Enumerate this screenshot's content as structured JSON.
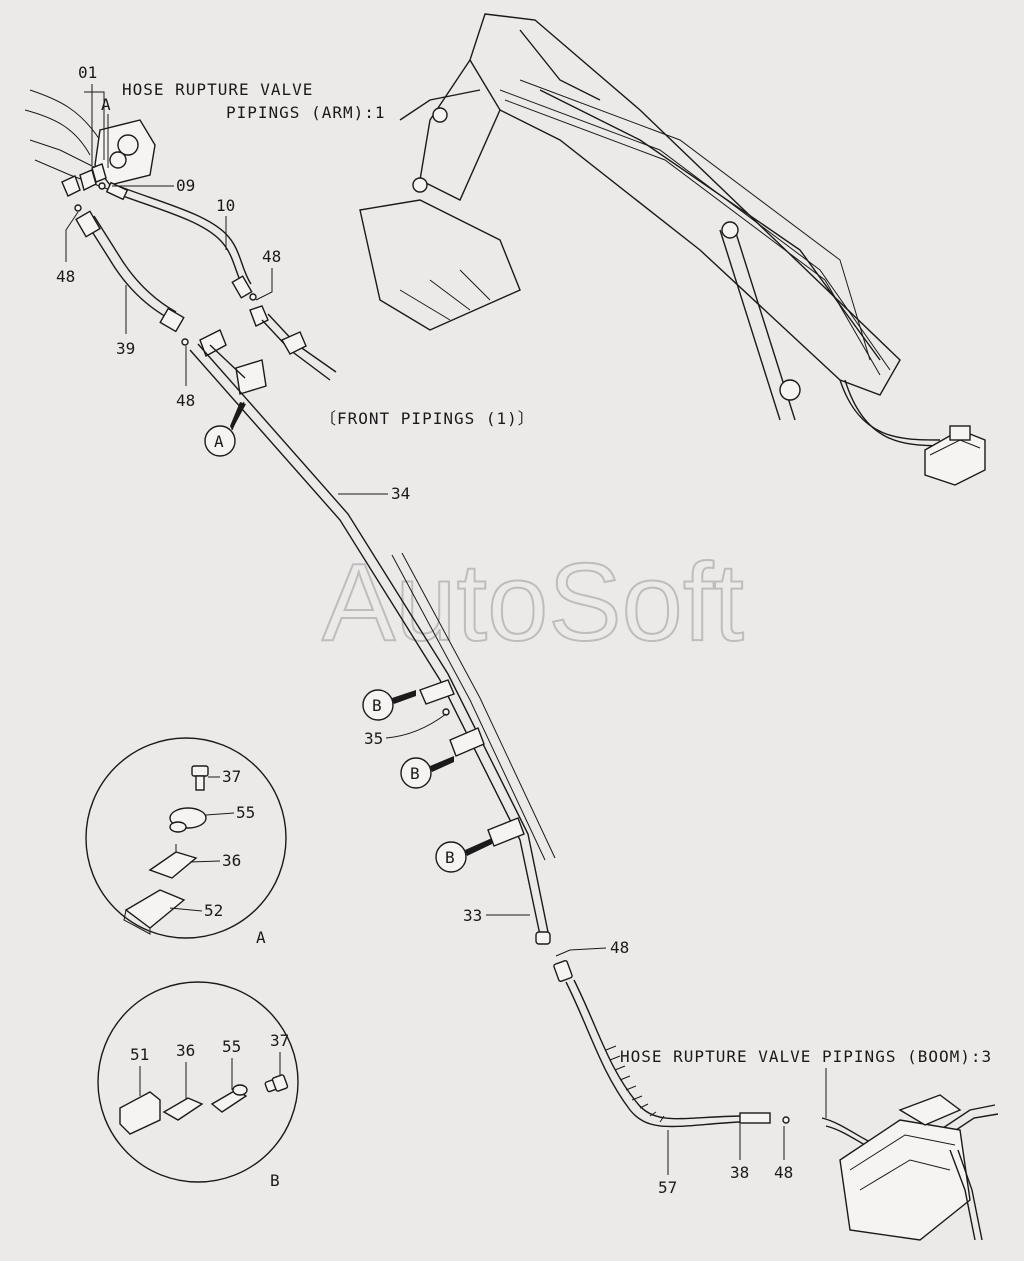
{
  "titles": {
    "arm": [
      "HOSE RUPTURE VALVE",
      "PIPINGS (ARM):1"
    ],
    "front": "〔FRONT PIPINGS (1)〕",
    "boom": "HOSE RUPTURE VALVE PIPINGS (BOOM):3"
  },
  "watermark": "AutoSoft",
  "callouts": {
    "p01": "01",
    "pA": "A",
    "p09": "09",
    "p10": "10",
    "p48a": "48",
    "p48b": "48",
    "p48c": "48",
    "p48d": "48",
    "p48e": "48",
    "p39": "39",
    "p34": "34",
    "p35": "35",
    "p33": "33",
    "p57": "57",
    "p38": "38"
  },
  "markers": {
    "a_main": "A",
    "b1": "B",
    "b2": "B",
    "b3": "B"
  },
  "detail_a": {
    "caption": "A",
    "parts": {
      "p37": "37",
      "p55": "55",
      "p36": "36",
      "p52": "52"
    }
  },
  "detail_b": {
    "caption": "B",
    "parts": {
      "p51": "51",
      "p36": "36",
      "p55": "55",
      "p37": "37"
    }
  }
}
